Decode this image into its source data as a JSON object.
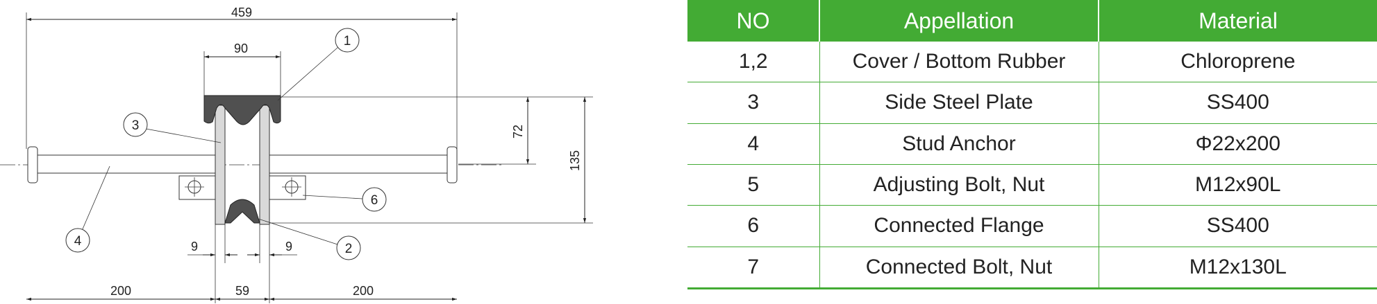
{
  "drawing": {
    "dimensions": {
      "overall_width": "459",
      "gap_width": "90",
      "left_length": "200",
      "center_length": "59",
      "right_length": "200",
      "left_plate": "9",
      "right_plate": "9",
      "height_upper": "72",
      "height_total": "135"
    },
    "callouts": [
      "1",
      "2",
      "3",
      "4",
      "6"
    ]
  },
  "table": {
    "headers": [
      "NO",
      "Appellation",
      "Material"
    ],
    "rows": [
      {
        "no": "1,2",
        "appellation": "Cover / Bottom Rubber",
        "material": "Chloroprene"
      },
      {
        "no": "3",
        "appellation": "Side Steel Plate",
        "material": "SS400"
      },
      {
        "no": "4",
        "appellation": "Stud Anchor",
        "material": "Φ22x200"
      },
      {
        "no": "5",
        "appellation": "Adjusting Bolt, Nut",
        "material": "M12x90L"
      },
      {
        "no": "6",
        "appellation": "Connected Flange",
        "material": "SS400"
      },
      {
        "no": "7",
        "appellation": "Connected Bolt, Nut",
        "material": "M12x130L"
      }
    ],
    "accent_color": "#43ab34"
  }
}
